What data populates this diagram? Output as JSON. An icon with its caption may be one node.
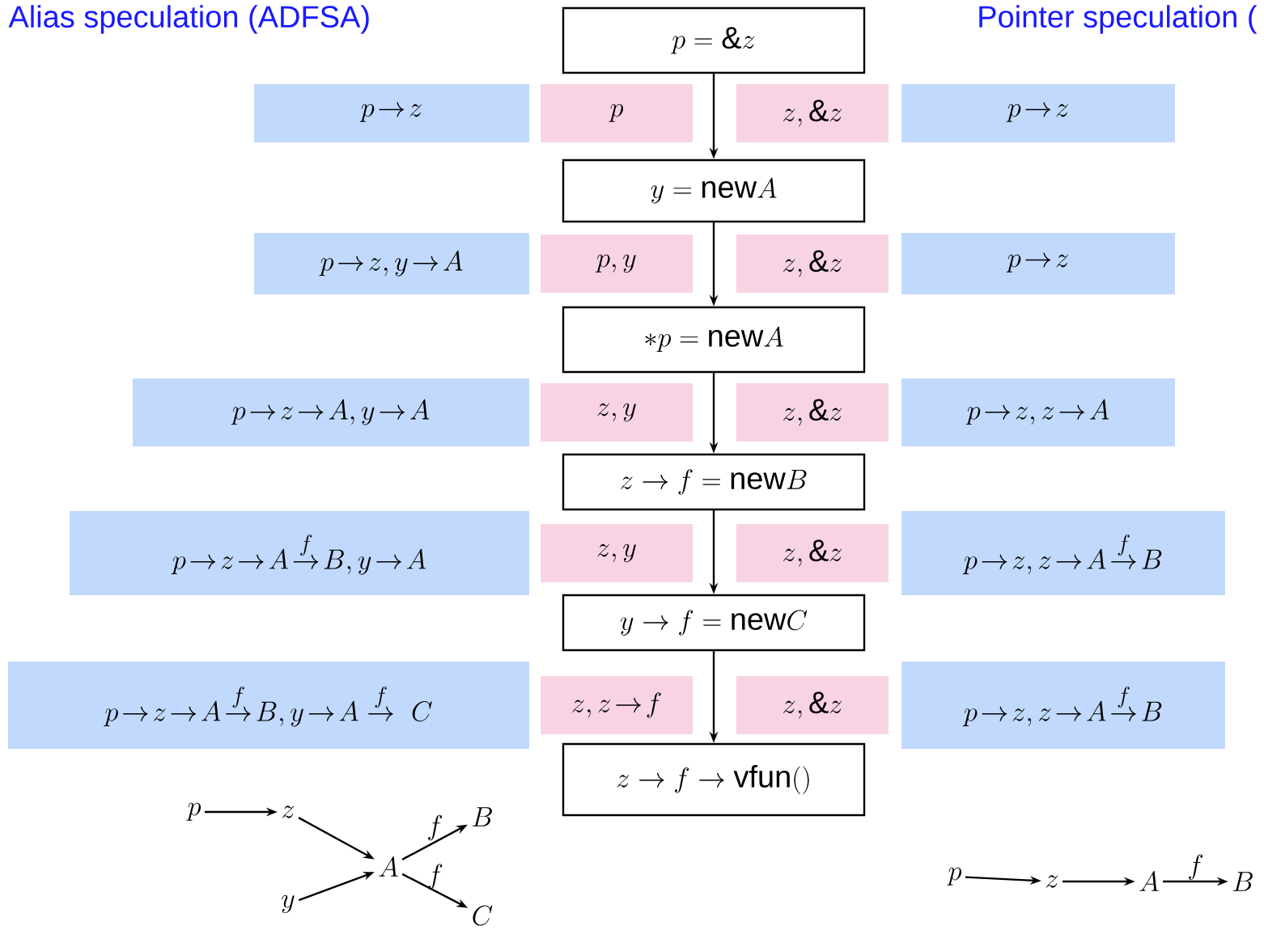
{
  "diagram": {
    "nodes": [
      {
        "text": [
          "p = \\&z"
        ]
      },
      {
        "text": [
          "y = \\mathrm{new} A"
        ]
      },
      {
        "text": [
          "*p = \\mathrm{new} A"
        ]
      },
      {
        "text": [
          "z \\rightarrow f = \\mathrm{new} B"
        ]
      },
      {
        "text": [
          "y \\rightarrow f = \\mathrm{new} C"
        ]
      },
      {
        "text": [
          "z \\rightarrow f \\rightarrow \\mathrm{vfun}()"
        ]
      },
      {
        "text": [
          "p\\!\\to\\! z"
        ]
      },
      {
        "text": [
          "p"
        ]
      },
      {
        "text": [
          "z, \\&z"
        ]
      },
      {
        "text": [
          "p\\!\\to\\! z"
        ]
      },
      {
        "text": [
          "p\\!\\to\\! z, y\\!\\to\\! A"
        ]
      },
      {
        "text": [
          "p, y"
        ]
      },
      {
        "text": [
          "z, \\&z"
        ]
      },
      {
        "text": [
          "p\\!\\to\\! z"
        ]
      },
      {
        "text": [
          "p\\!\\to\\! z\\!\\to\\! A, y\\!\\to\\! A"
        ]
      },
      {
        "text": [
          "z, y"
        ]
      },
      {
        "text": [
          "z, \\&z"
        ]
      },
      {
        "text": [
          "p\\!\\to\\! z, z\\!\\to\\! A"
        ]
      },
      {
        "text": [
          "p\\!\\to\\! z\\!\\to\\! A\\!\\overset{f}{\\to}\\! B, y\\!\\to\\! A"
        ]
      },
      {
        "text": [
          "z, y"
        ]
      },
      {
        "text": [
          "z, \\&z"
        ]
      },
      {
        "text": [
          "p\\!\\to\\! z, z\\!\\to\\! A\\!\\overset{f}{\\to}\\! B"
        ]
      },
      {
        "text": [
          "p\\!\\to\\! z\\!\\to\\! A\\!\\overset{f}{\\to}\\! B, y\\!\\to\\! A \\overset{f}{\\to}\\ C"
        ]
      },
      {
        "text": [
          "z, z\\!\\to\\! f"
        ]
      },
      {
        "text": [
          "z, \\&z"
        ]
      },
      {
        "text": [
          "p\\!\\to\\! z, z\\!\\to\\! A\\!\\overset{f}{\\to}\\! B"
        ]
      },
      {
        "text": [
          "p"
        ]
      },
      {
        "text": [
          "z"
        ]
      },
      {
        "text": [
          "A"
        ]
      },
      {
        "text": [
          "B"
        ]
      },
      {
        "text": [
          "y"
        ]
      },
      {
        "text": [
          "C"
        ]
      },
      {
        "text": [
          "p"
        ]
      },
      {
        "text": [
          "z"
        ]
      },
      {
        "text": [
          "A"
        ]
      },
      {
        "text": [
          "B"
        ]
      }
    ],
    "edges": [
      {
        "from": 0,
        "to": 1,
        "arrow": "to"
      },
      {
        "from": 1,
        "to": 2,
        "arrow": "to"
      },
      {
        "from": 2,
        "to": 3,
        "arrow": "to"
      },
      {
        "from": 3,
        "to": 4,
        "arrow": "to"
      },
      {
        "from": 4,
        "to": 5,
        "arrow": "to"
      },
      {
        "from": 26,
        "to": 27,
        "arrow": "to"
      },
      {
        "from": 27,
        "to": 28,
        "arrow": "to"
      },
      {
        "from": 30,
        "to": 28,
        "arrow": "to"
      },
      {
        "from": 28,
        "to": 29,
        "arrow": "to",
        "label": "f"
      },
      {
        "from": 28,
        "to": 31,
        "arrow": "to",
        "label": "f"
      },
      {
        "from": 32,
        "to": 33,
        "arrow": "to"
      },
      {
        "from": 33,
        "to": 34,
        "arrow": "to"
      },
      {
        "from": 34,
        "to": 35,
        "arrow": "to",
        "label": "f"
      }
    ],
    "labels": [
      "Alias speculation (ADFSA)",
      "Pointer speculation ("
    ]
  }
}
